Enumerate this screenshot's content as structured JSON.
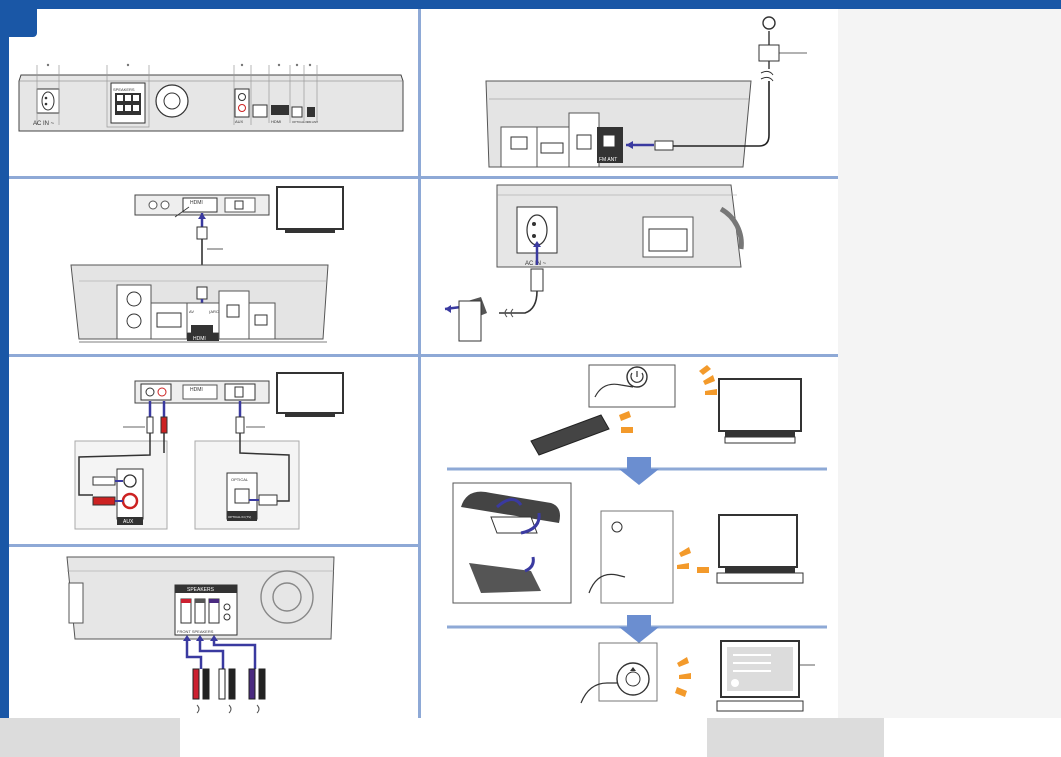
{
  "diagram": {
    "panels": [
      {
        "id": "rear-panel-overview",
        "labels": [
          "AC IN ~",
          "SPEAKERS",
          "AUX",
          "HDMI",
          "OPTICAL IN",
          "FM ANT"
        ]
      },
      {
        "id": "fm-antenna-connection",
        "labels": [
          "FM ANT"
        ]
      },
      {
        "id": "hdmi-tv-connection",
        "labels": [
          "HDMI",
          "AV",
          "(ARC)",
          "HDMI"
        ]
      },
      {
        "id": "ac-power-connection",
        "labels": [
          "AC IN ~"
        ]
      },
      {
        "id": "aux-optical-connection",
        "labels": [
          "HDMI",
          "AUX",
          "OPTICAL",
          "OPTICAL IN (TV)"
        ]
      },
      {
        "id": "power-on-steps",
        "labels": []
      },
      {
        "id": "speaker-connection",
        "labels": [
          "SPEAKERS",
          "FRONT SPEAKERS"
        ]
      }
    ],
    "colors": {
      "brand": "#1a57a6",
      "divider": "#8ea9d6",
      "cable_arrow": "#3a3aa0",
      "speaker_red": "#cc2030",
      "speaker_purple": "#4a2a80",
      "signal_orange": "#f39a2b"
    }
  }
}
